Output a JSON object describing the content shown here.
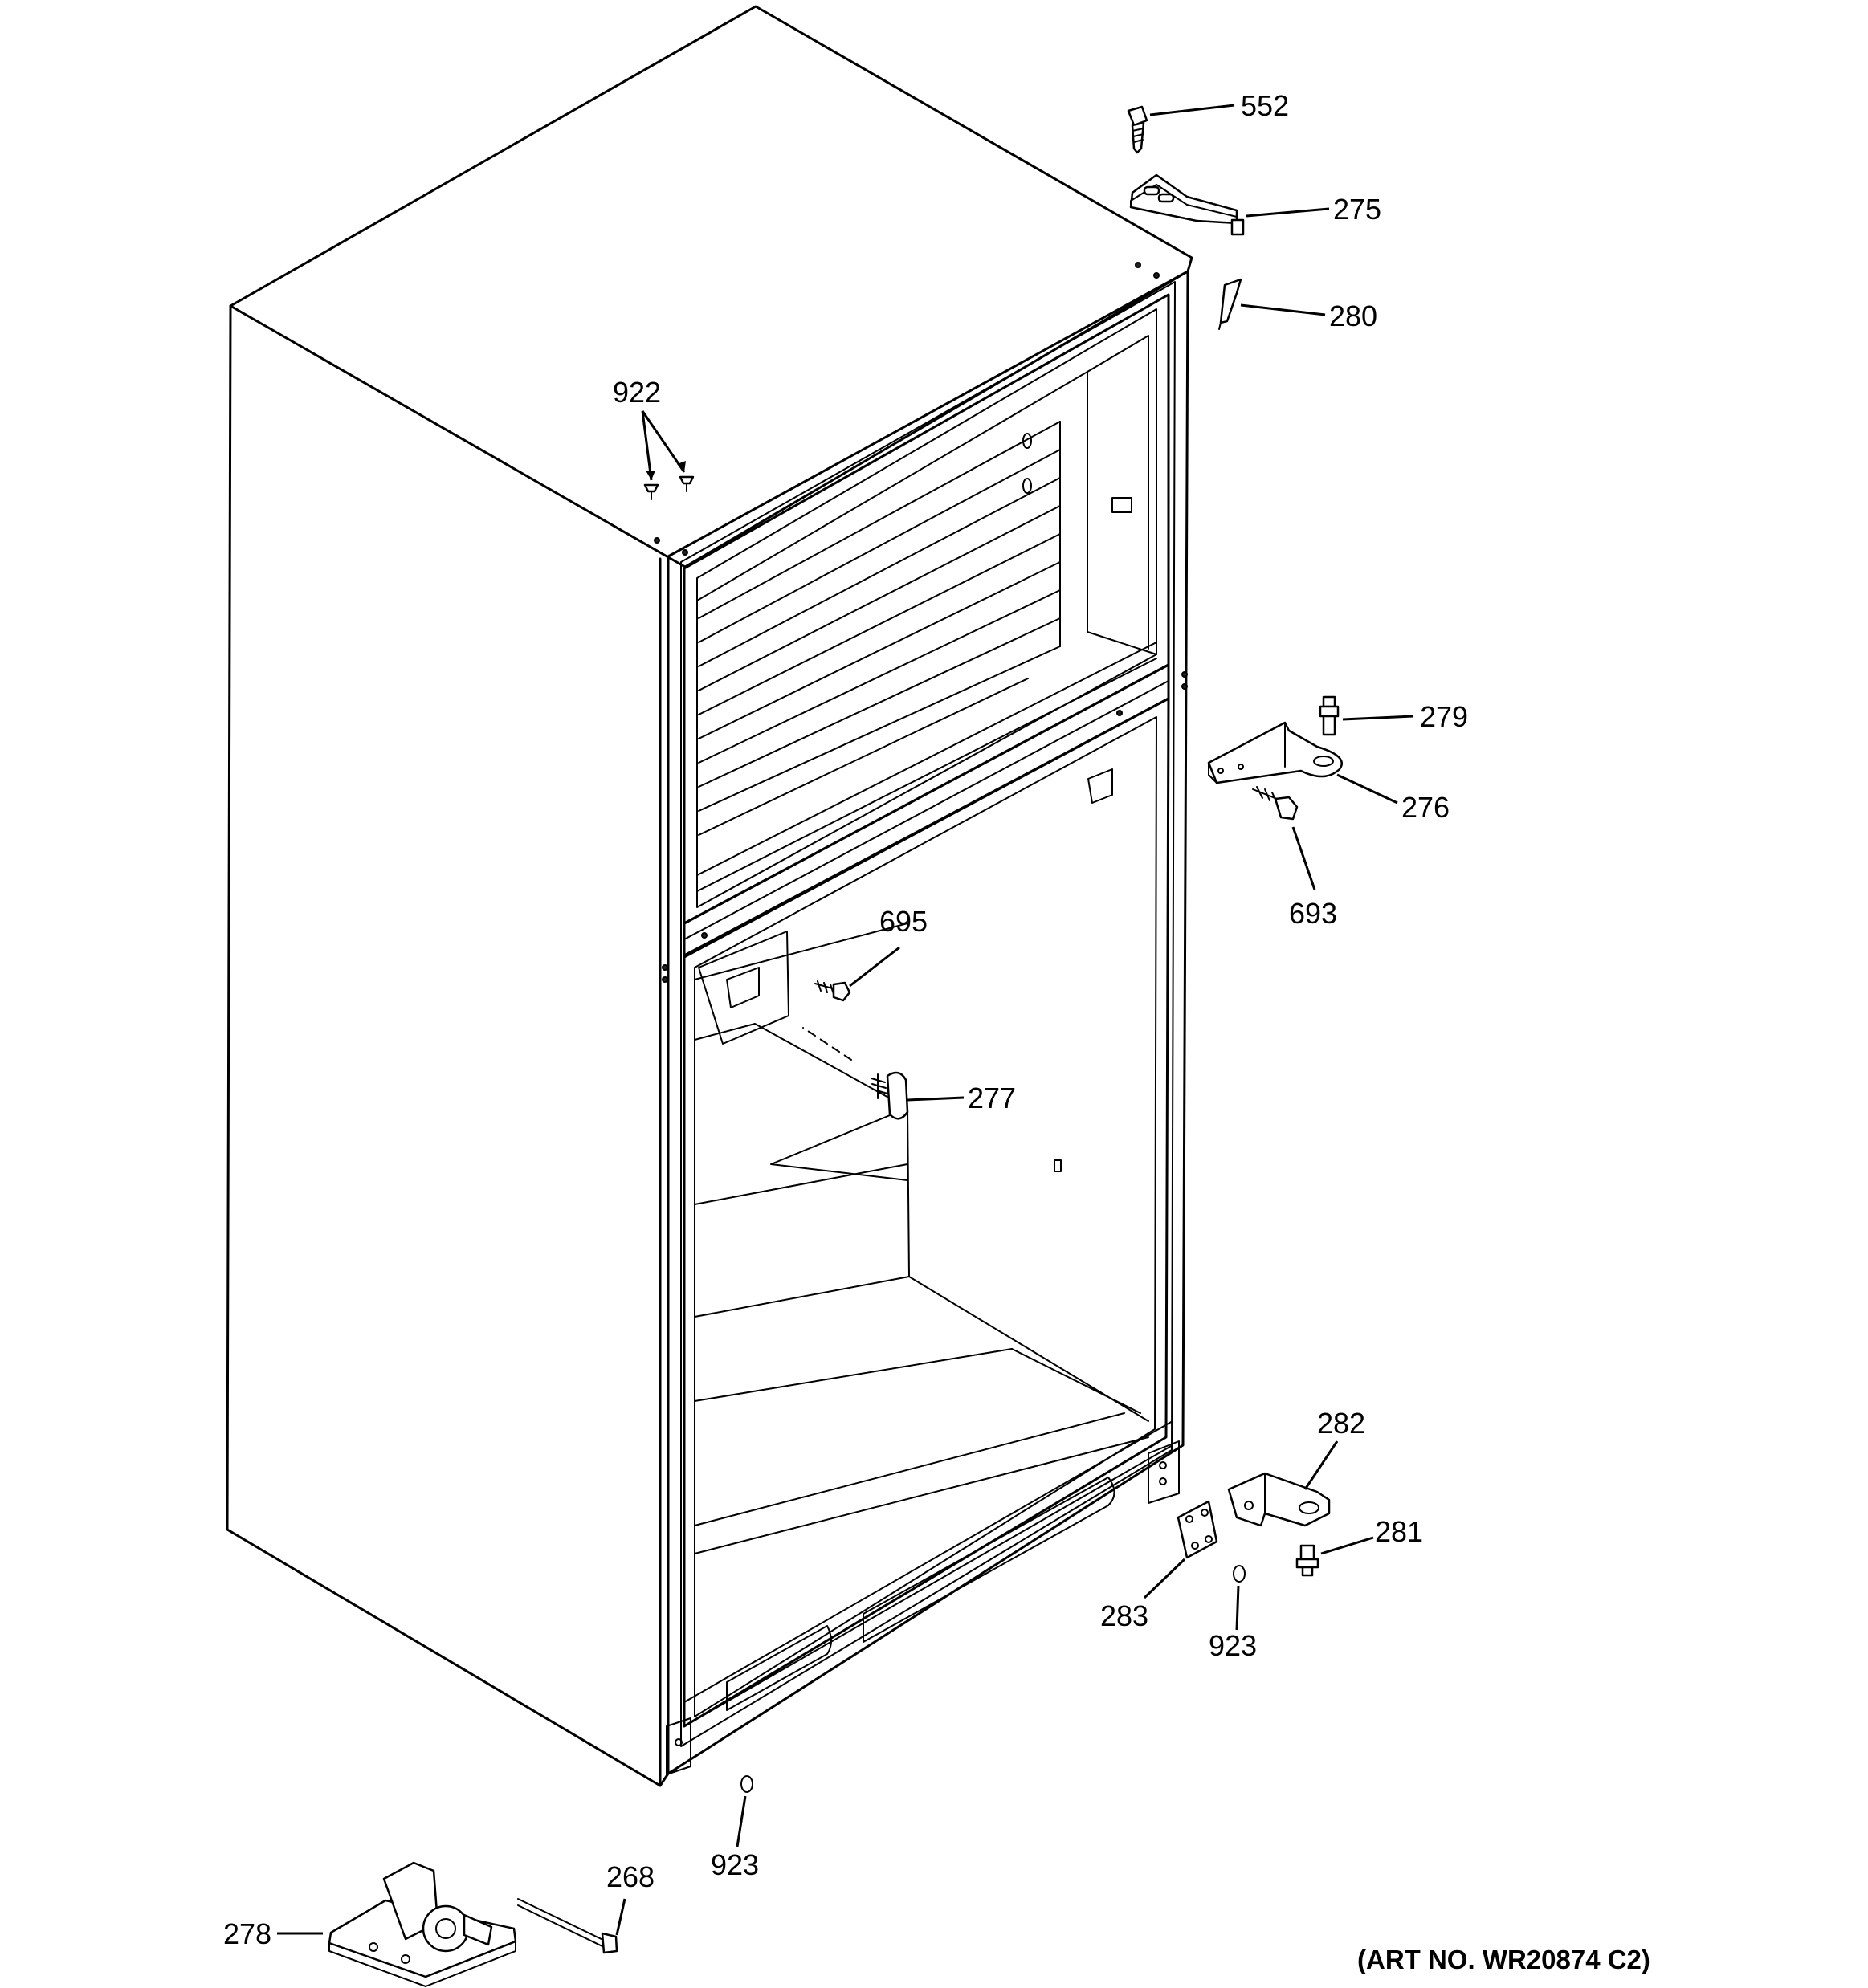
{
  "diagram": {
    "callouts": {
      "p552": "552",
      "p275": "275",
      "p280": "280",
      "p922": "922",
      "p279": "279",
      "p276": "276",
      "p693": "693",
      "p695": "695",
      "p277": "277",
      "p282": "282",
      "p281": "281",
      "p283": "283",
      "p923a": "923",
      "p923b": "923",
      "p268": "268",
      "p278": "278"
    },
    "art_number": "(ART NO. WR20874 C2)"
  }
}
